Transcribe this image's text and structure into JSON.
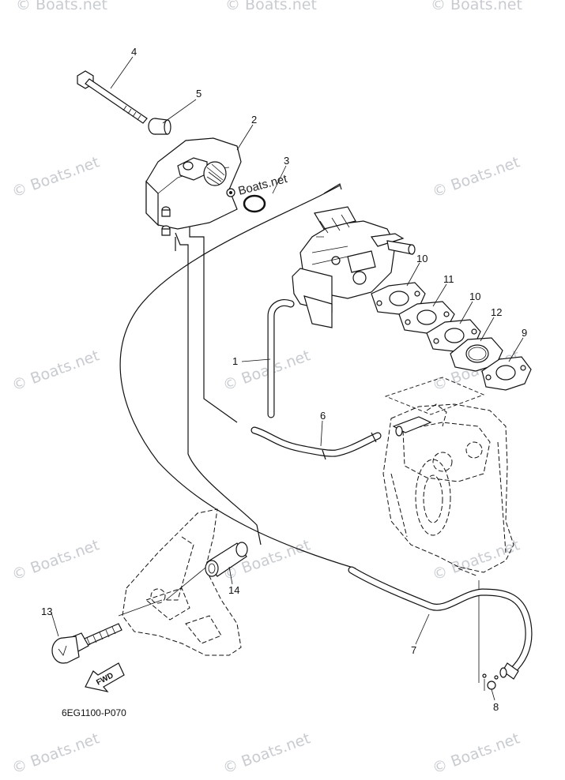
{
  "diagram_code": "6EG1100-P070",
  "fwd_label": "FWD",
  "watermark_text": "© Boats.net",
  "watermark_inline": "Boats.net",
  "callouts": [
    "1",
    "2",
    "3",
    "4",
    "5",
    "6",
    "7",
    "8",
    "9",
    "10",
    "10",
    "11",
    "12",
    "13",
    "14"
  ],
  "colors": {
    "line": "#111111",
    "watermark": "#c8ccd0",
    "background": "#ffffff"
  }
}
